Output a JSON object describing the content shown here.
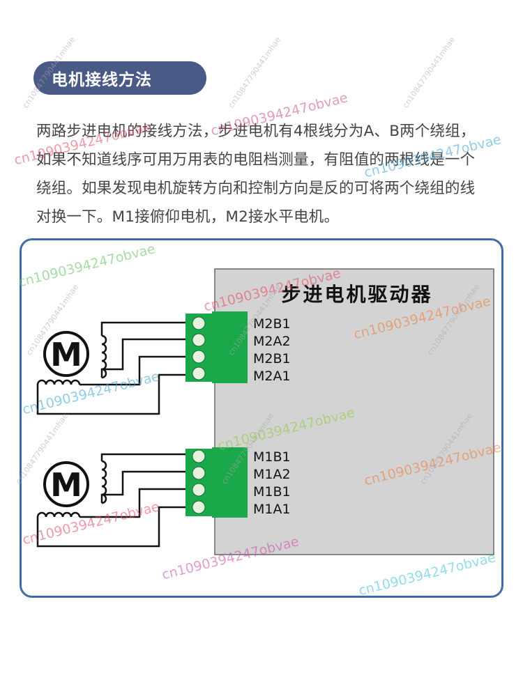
{
  "header": {
    "title": "电机接线方法"
  },
  "intro": {
    "text": "两路步进电机的接线方法，步进电机有4根线分为A、B两个绕组，如果不知道线序可用万用表的电阻档测量，有阻值的两根线是一个绕组。如果发现电机旋转方向和控制方向是反的可将两个绕组的线对换一下。M1接俯仰电机，M2接水平电机。"
  },
  "diagram": {
    "driver_title": "步进电机驱动器",
    "motor_symbol": "M",
    "motor2_terminals": [
      "M2B1",
      "M2A2",
      "M2B1",
      "M2A1"
    ],
    "motor1_terminals": [
      "M1B1",
      "M1A2",
      "M1B1",
      "M1A1"
    ]
  },
  "watermarks": {
    "main": "cn1090394247obvae",
    "secondary": "cn10847790441mhae"
  },
  "colors": {
    "header_pill": "#4a5a86",
    "frame_border": "#3f6ca8",
    "driver_box": "#d3d3d3",
    "terminal_green": "#1aa84b",
    "screw_light_green": "#e7f1e0"
  }
}
